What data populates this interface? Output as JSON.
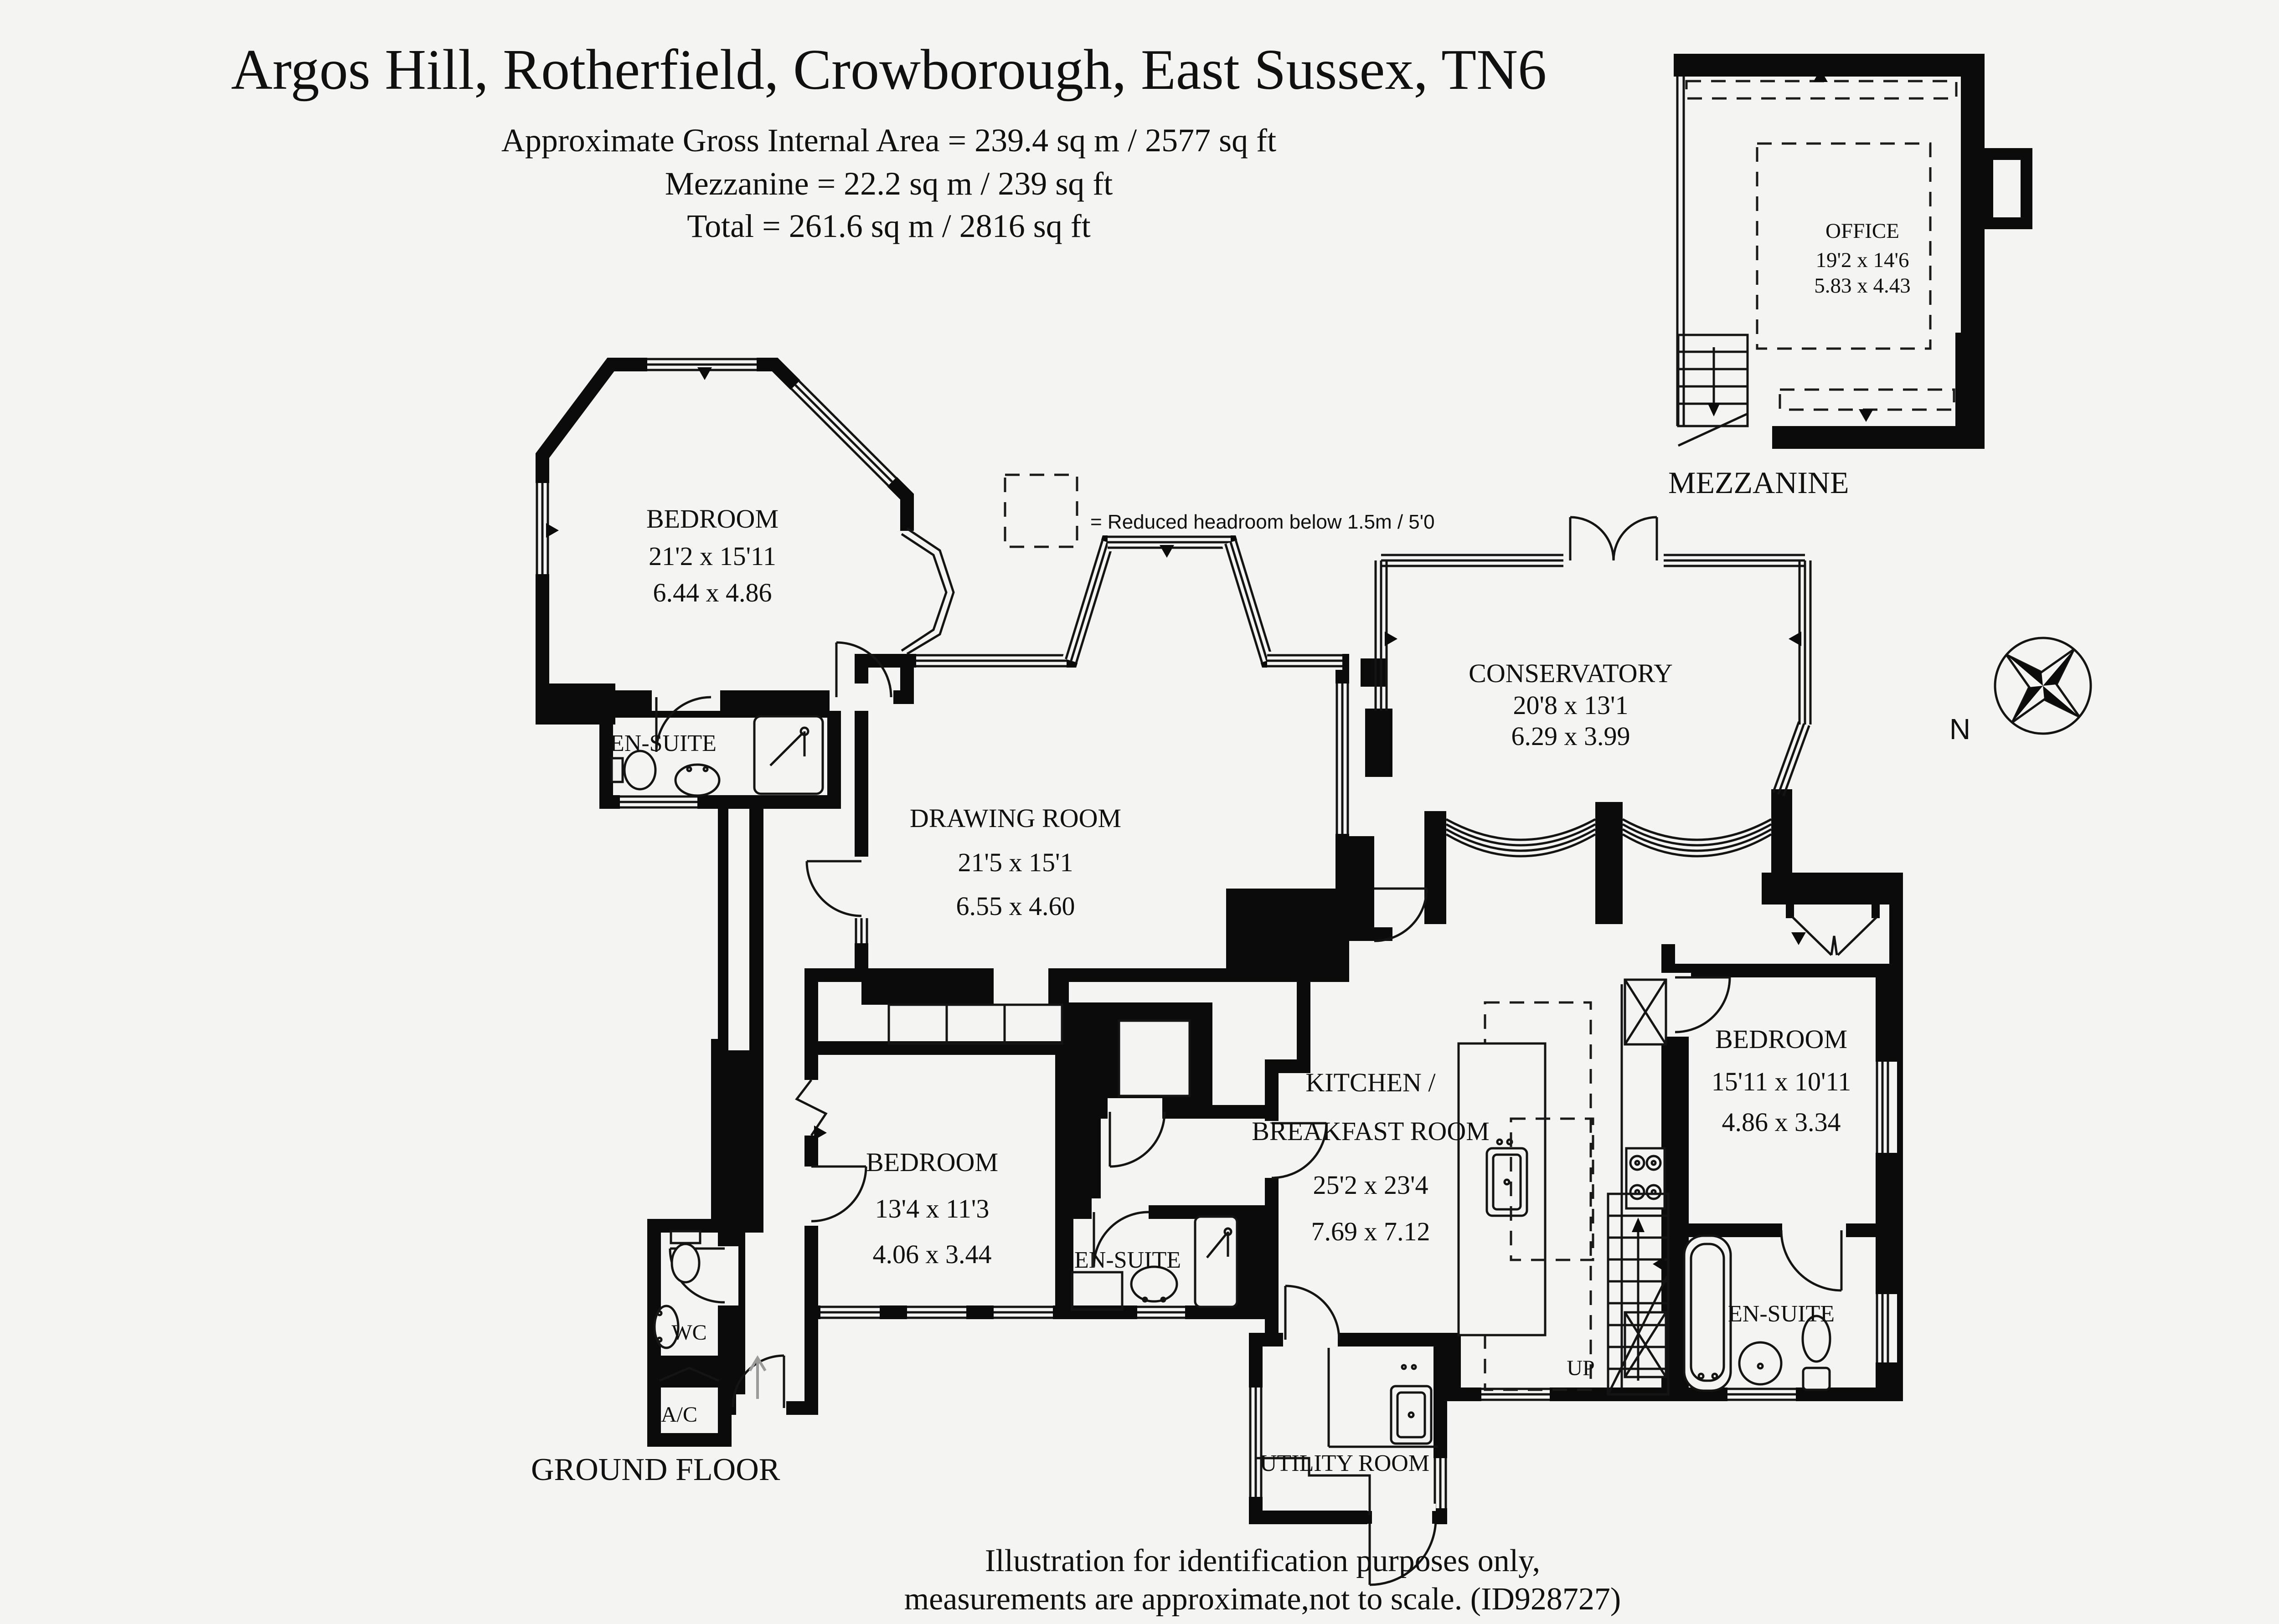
{
  "page": {
    "background": "#f4f4f3",
    "wall_color": "#0b0b0b",
    "line_color": "#141414",
    "entry_arrow_color": "#9a9a9a"
  },
  "header": {
    "title": "Argos Hill, Rotherfield, Crowborough, East Sussex, TN6",
    "area_line1": "Approximate Gross Internal Area = 239.4 sq m / 2577 sq ft",
    "area_line2": "Mezzanine = 22.2 sq m / 239 sq ft",
    "area_line3": "Total = 261.6 sq m / 2816 sq ft"
  },
  "legend": {
    "label": "= Reduced headroom below 1.5m / 5'0"
  },
  "ground_floor": {
    "label": "GROUND FLOOR",
    "rooms": [
      {
        "id": "bedroom-1",
        "name": "BEDROOM",
        "imperial": "21'2 x 15'11",
        "metric": "6.44 x 4.86"
      },
      {
        "id": "ensuite-1",
        "name": "EN-SUITE"
      },
      {
        "id": "drawing-room",
        "name": "DRAWING ROOM",
        "imperial": "21'5 x 15'1",
        "metric": "6.55 x 4.60"
      },
      {
        "id": "conservatory",
        "name": "CONSERVATORY",
        "imperial": "20'8 x 13'1",
        "metric": "6.29 x 3.99"
      },
      {
        "id": "kitchen",
        "name_line1": "KITCHEN /",
        "name_line2": "BREAKFAST ROOM",
        "imperial": "25'2 x 23'4",
        "metric": "7.69 x 7.12"
      },
      {
        "id": "bedroom-2",
        "name": "BEDROOM",
        "imperial": "15'11 x 10'11",
        "metric": "4.86 x 3.34"
      },
      {
        "id": "ensuite-2",
        "name": "EN-SUITE"
      },
      {
        "id": "bedroom-3",
        "name": "BEDROOM",
        "imperial": "13'4 x 11'3",
        "metric": "4.06 x 3.44"
      },
      {
        "id": "ensuite-3",
        "name": "EN-SUITE"
      },
      {
        "id": "wc",
        "name": "WC"
      },
      {
        "id": "ac",
        "name": "A/C"
      },
      {
        "id": "utility",
        "name": "UTILITY ROOM"
      },
      {
        "id": "stairs",
        "name": "UP"
      }
    ]
  },
  "mezzanine": {
    "label": "MEZZANINE",
    "rooms": [
      {
        "id": "office",
        "name": "OFFICE",
        "imperial": "19'2 x 14'6",
        "metric": "5.83 x 4.43"
      }
    ]
  },
  "compass": {
    "north_label": "N"
  },
  "footer": {
    "line1": "Illustration for identification purposes only,",
    "line2": "measurements are approximate,not to scale. (ID928727)"
  }
}
